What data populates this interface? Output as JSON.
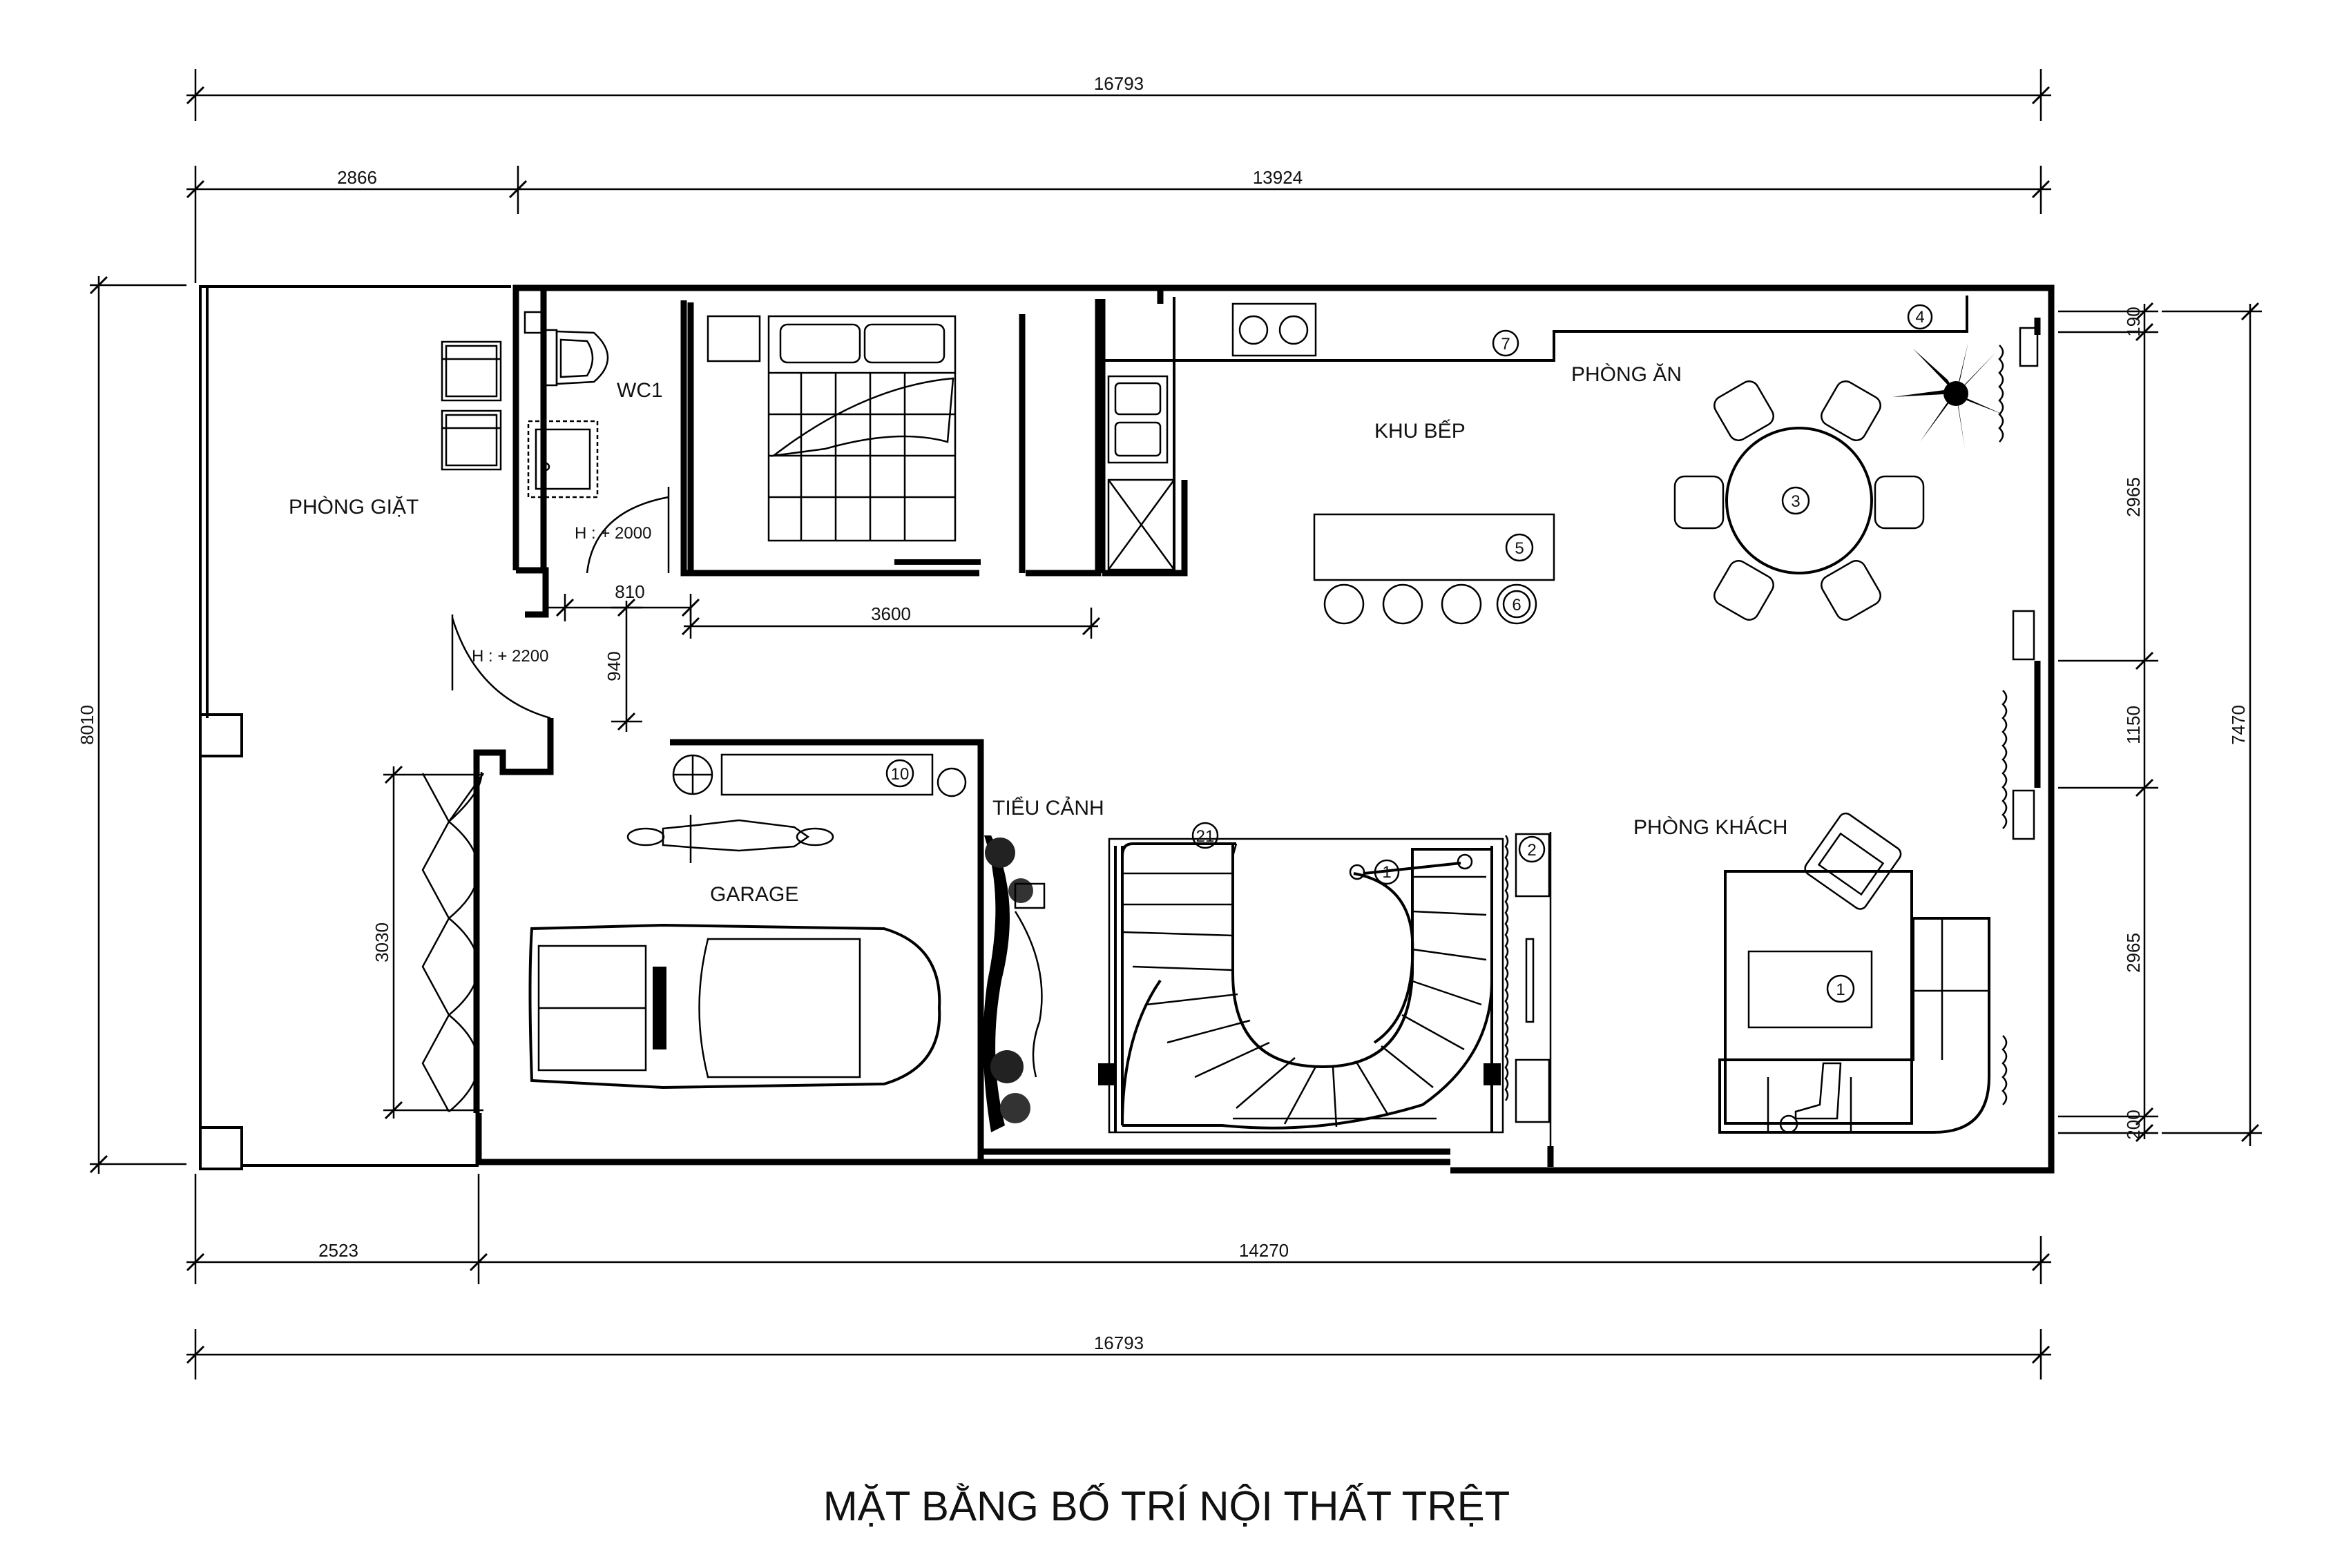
{
  "title": "MẶT BẰNG BỐ TRÍ NỘI THẤT TRỆT",
  "rooms": {
    "laundry": "PHÒNG GIẶT",
    "wc": "WC1",
    "kitchen": "KHU BẾP",
    "dining": "PHÒNG ĂN",
    "garage": "GARAGE",
    "garden": "TIỂU CẢNH",
    "living": "PHÒNG KHÁCH"
  },
  "notes": {
    "wc_height": "H : + 2000",
    "door_height": "H : + 2200"
  },
  "dimensions": {
    "top_total": "16793",
    "top_left": "2866",
    "top_right": "13924",
    "bottom_left": "2523",
    "bottom_right": "14270",
    "bottom_total": "16793",
    "left_total": "8010",
    "right_total": "7470",
    "right_1": "190",
    "right_2": "2965",
    "right_3": "1150",
    "right_4": "2965",
    "right_5": "200",
    "wc_door": "810",
    "bedroom_width": "3600",
    "hall_depth": "940",
    "garage_door": "3030"
  },
  "markers": [
    "1",
    "2",
    "3",
    "4",
    "5",
    "6",
    "7",
    "10",
    "21"
  ]
}
